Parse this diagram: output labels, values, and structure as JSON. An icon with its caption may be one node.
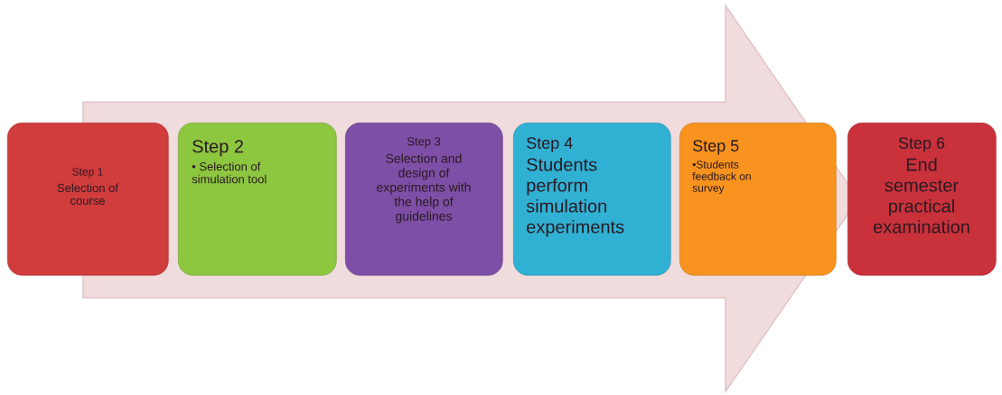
{
  "diagram": {
    "nodes": [
      {
        "text": [
          "Step 1",
          "Selection of course"
        ]
      },
      {
        "text": [
          "Step 2",
          "• Selection of simulation tool"
        ]
      },
      {
        "text": [
          "Step 3",
          "Selection and design of experiments with the help of guidelines"
        ]
      },
      {
        "text": [
          "Step 4",
          "Students perform simulation experiments"
        ]
      },
      {
        "text": [
          "Step 5",
          "•Students feedback on survey"
        ]
      },
      {
        "text": [
          "Step 6",
          "End semester practical examination"
        ]
      }
    ],
    "edges": [
      {
        "from": 0,
        "to": 5,
        "arrow": "to"
      }
    ]
  }
}
